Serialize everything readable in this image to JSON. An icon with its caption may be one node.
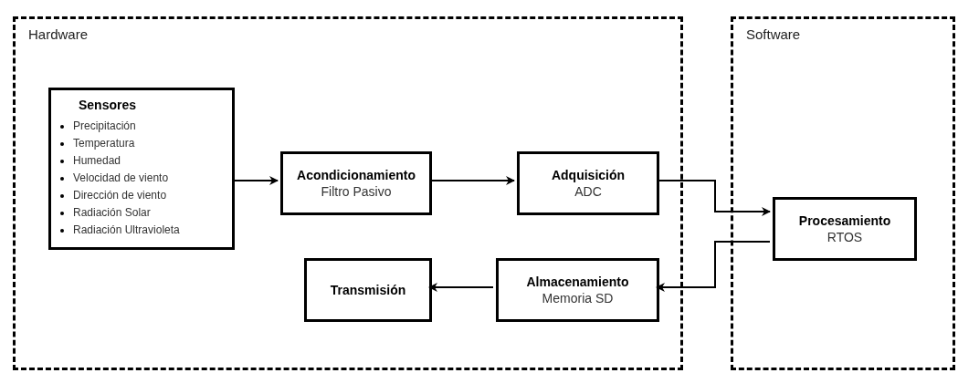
{
  "diagram": {
    "nodes": [
      {
        "text": [
          "Hardware"
        ]
      },
      {
        "text": [
          "Sensores",
          "Precipitación",
          "Temperatura",
          "Humedad",
          "Velocidad de viento",
          "Dirección de viento",
          "Radiación Solar",
          "Radiación Ultravioleta"
        ],
        "in": 0
      },
      {
        "text": [
          "Acondicionamiento",
          "Filtro Pasivo"
        ],
        "in": 0
      },
      {
        "text": [
          "Adquisición",
          "ADC"
        ],
        "in": 0
      },
      {
        "text": [
          "Software"
        ]
      },
      {
        "text": [
          "Procesamiento",
          "RTOS"
        ],
        "in": 4
      },
      {
        "text": [
          "Almacenamiento",
          "Memoria SD"
        ],
        "in": 0
      },
      {
        "text": [
          "Transmisión"
        ],
        "in": 0
      }
    ],
    "edges": [
      {
        "from": 1,
        "to": 2,
        "arrow": "to"
      },
      {
        "from": 2,
        "to": 3,
        "arrow": "to"
      },
      {
        "from": 3,
        "to": 5,
        "arrow": "to"
      },
      {
        "from": 5,
        "to": 6,
        "arrow": "to"
      },
      {
        "from": 6,
        "to": 7,
        "arrow": "to"
      }
    ]
  }
}
